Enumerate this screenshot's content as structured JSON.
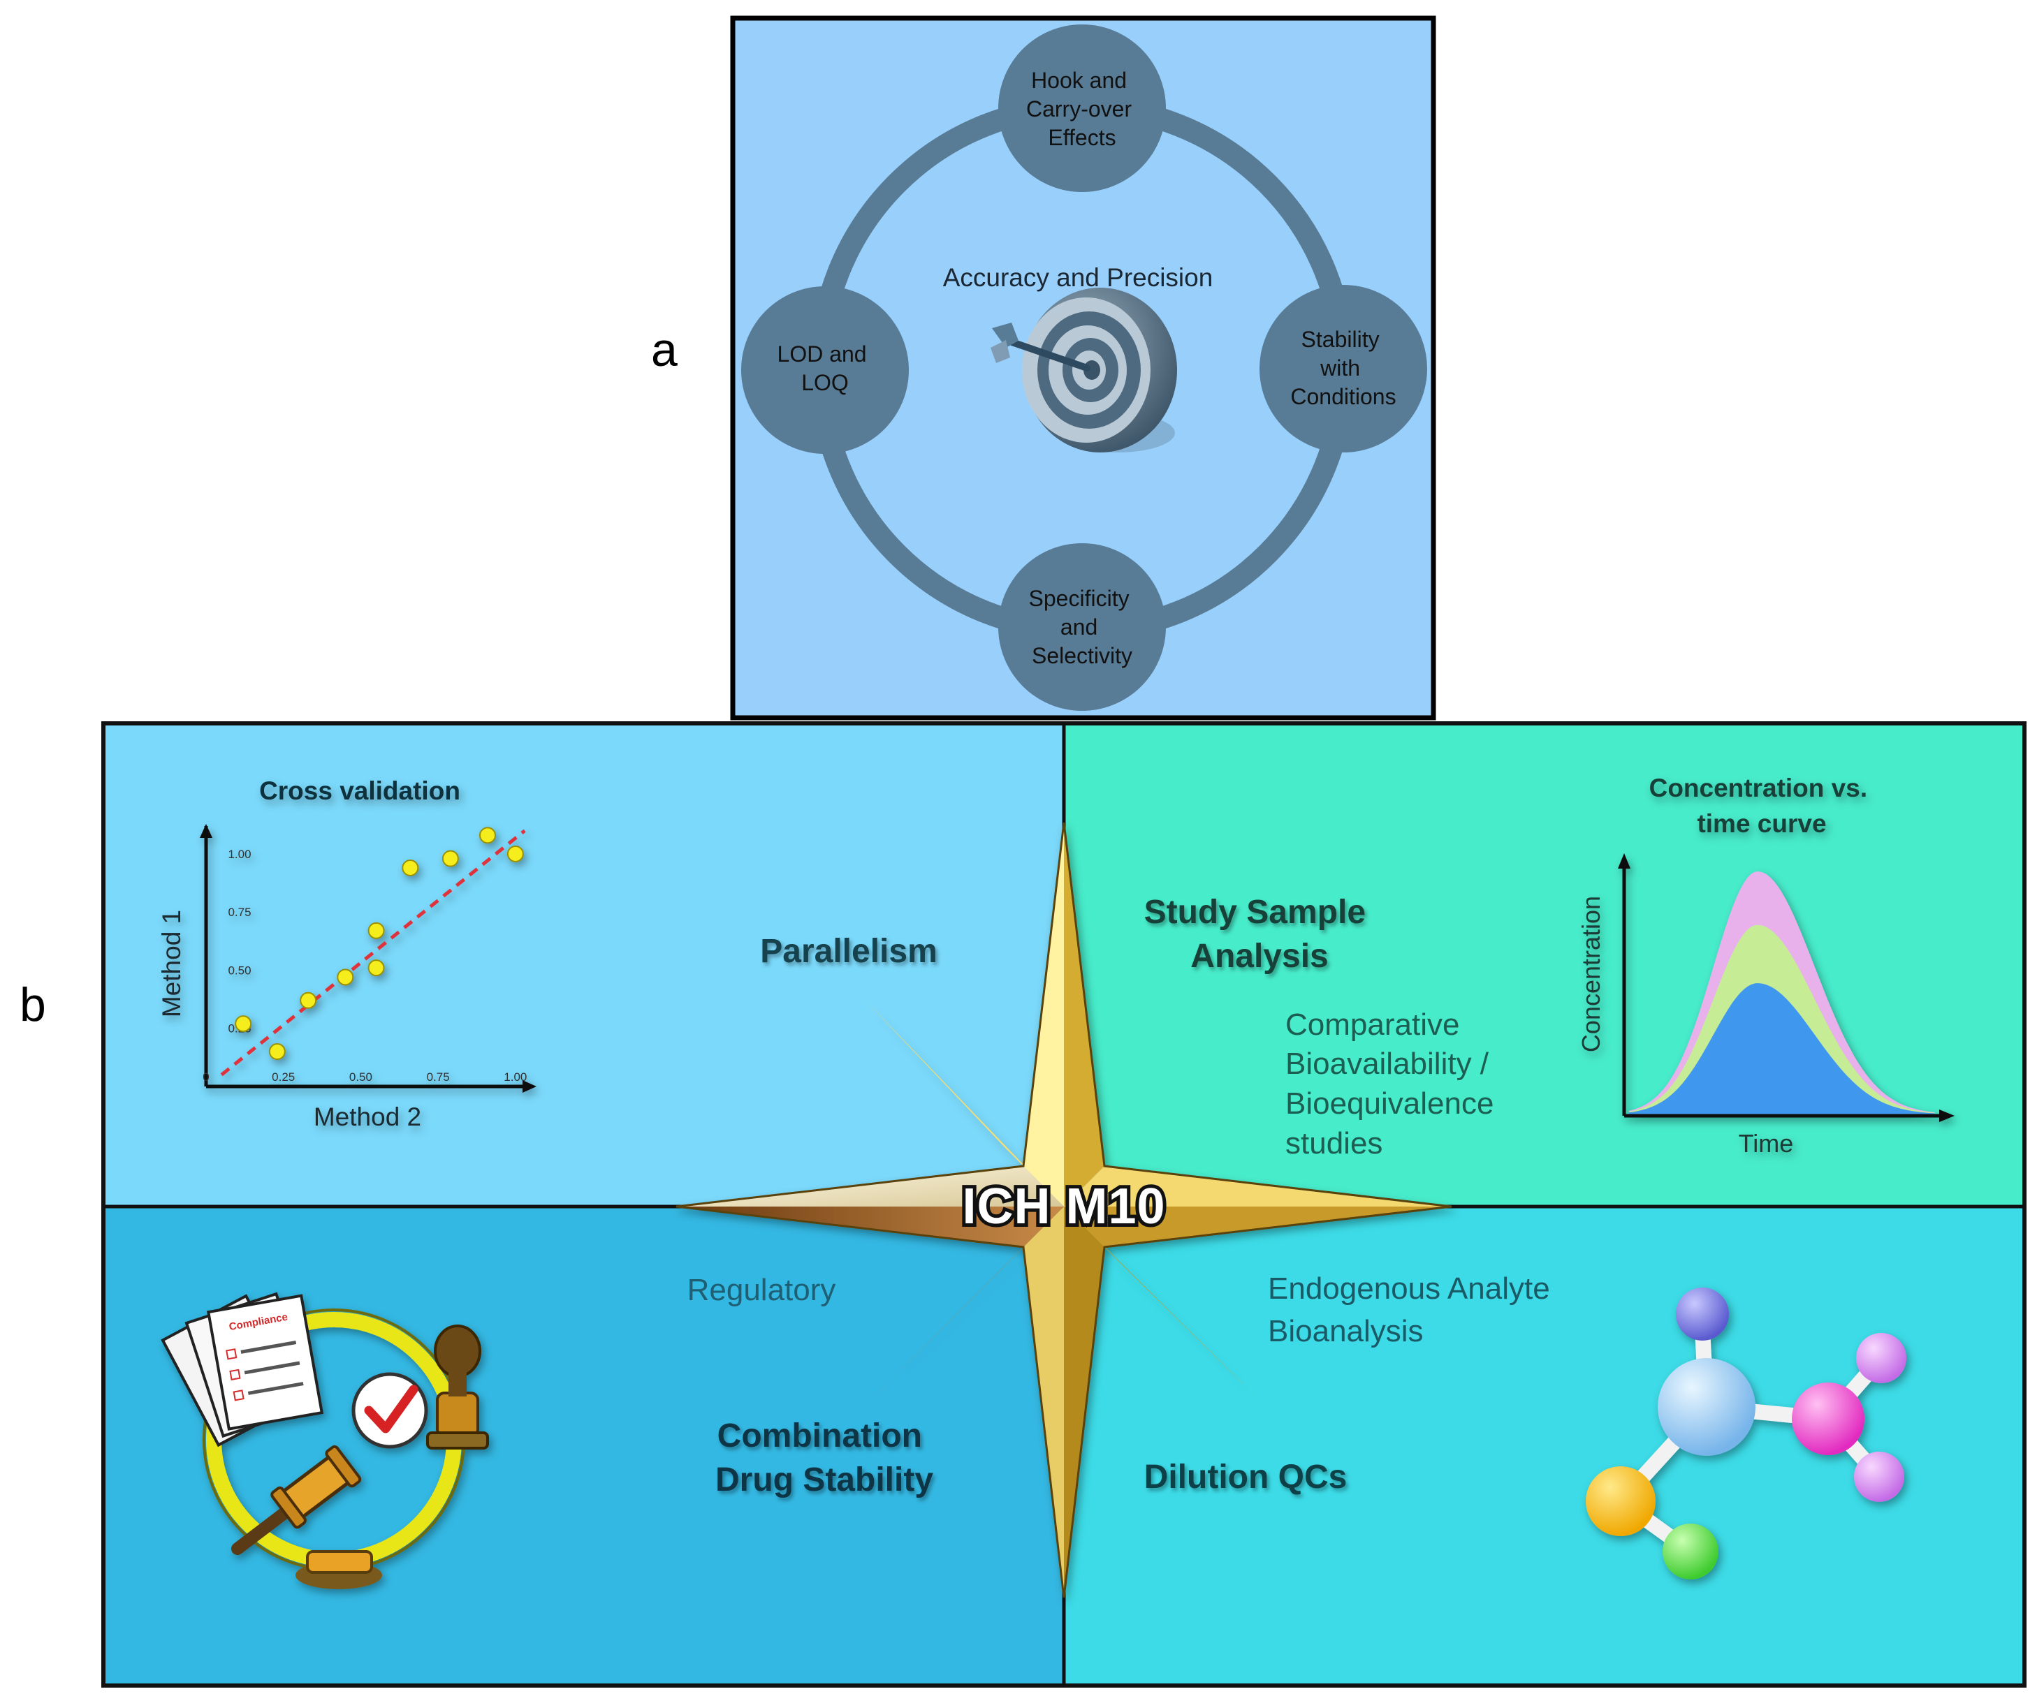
{
  "panel_a": {
    "letter": "a",
    "center_label": "Accuracy and Precision",
    "nodes": {
      "top": [
        "Hook and",
        "Carry-over",
        "Effects"
      ],
      "left": [
        "LOD and",
        "LOQ"
      ],
      "right": [
        "Stability",
        "with",
        "Conditions"
      ],
      "bottom": [
        "Specificity",
        "and",
        "Selectivity"
      ]
    }
  },
  "panel_b": {
    "letter": "b",
    "center_label": "ICH M10",
    "top_left": {
      "chart_title": "Cross validation",
      "label": "Parallelism"
    },
    "top_right": {
      "heading": [
        "Study Sample",
        "Analysis"
      ],
      "subtext": [
        "Comparative",
        "Bioavailability /",
        "Bioequivalence",
        "studies"
      ],
      "chart_title": [
        "Concentration vs.",
        "time curve"
      ]
    },
    "bottom_left": {
      "label": "Regulatory",
      "heading": [
        "Combination",
        "Drug Stability"
      ],
      "document_heading": "Compliance"
    },
    "bottom_right": {
      "subtext": [
        "Endogenous Analyte",
        "Bioanalysis"
      ],
      "heading": "Dilution QCs"
    }
  },
  "colors": {
    "panel_a_bg": "#99d0fb",
    "node_fill": "#587b96",
    "ring": "#587b96",
    "tl_bg": "#7bd9fb",
    "tr_bg": "#47eccb",
    "bl_bg": "#33b8e3",
    "br_bg": "#3cdbe7",
    "points": "#f6ee1b",
    "trendline": "#e0303a"
  },
  "chart_data": [
    {
      "type": "scatter",
      "title": "Cross validation",
      "xlabel": "Method 2",
      "ylabel": "Method 1",
      "x_ticks": [
        "0",
        "0.25",
        "0.50",
        "0.75",
        "1.00"
      ],
      "y_ticks": [
        "0.25",
        "0.50",
        "0.75",
        "1.00"
      ],
      "xlim": [
        0,
        1.05
      ],
      "ylim": [
        0,
        1.12
      ],
      "points": [
        {
          "x": 0.12,
          "y": 0.27
        },
        {
          "x": 0.23,
          "y": 0.15
        },
        {
          "x": 0.33,
          "y": 0.37
        },
        {
          "x": 0.45,
          "y": 0.47
        },
        {
          "x": 0.55,
          "y": 0.67
        },
        {
          "x": 0.55,
          "y": 0.51
        },
        {
          "x": 0.66,
          "y": 0.94
        },
        {
          "x": 0.79,
          "y": 0.98
        },
        {
          "x": 0.91,
          "y": 1.08
        },
        {
          "x": 1.0,
          "y": 1.0
        }
      ],
      "trendline": [
        [
          0.05,
          0.05
        ],
        [
          1.03,
          1.1
        ]
      ]
    },
    {
      "type": "area",
      "title": "Concentration vs. time curve",
      "xlabel": "Time",
      "ylabel": "Concentration",
      "series": [
        {
          "color": "#e8b1ec",
          "peak": 1.0
        },
        {
          "color": "#c7ec96",
          "peak": 0.78
        },
        {
          "color": "#3f98ee",
          "peak": 0.54
        }
      ]
    }
  ]
}
